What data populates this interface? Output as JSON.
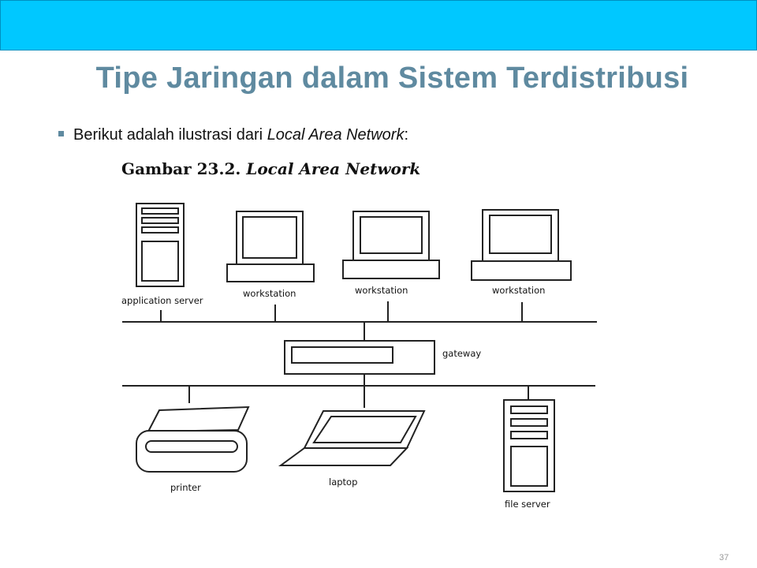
{
  "slide": {
    "title": "Tipe Jaringan dalam Sistem Terdistribusi",
    "bullet_prefix": "Berikut adalah ilustrasi dari ",
    "bullet_emphasis": "Local Area Network",
    "bullet_suffix": ":",
    "page_number": "37"
  },
  "figure": {
    "title_prefix": "Gambar 23.2. ",
    "title_emphasis": "Local Area Network",
    "nodes": {
      "application_server": "application server",
      "workstation_1": "workstation",
      "workstation_2": "workstation",
      "workstation_3": "workstation",
      "gateway": "gateway",
      "printer": "printer",
      "laptop": "laptop",
      "file_server": "file server"
    }
  },
  "colors": {
    "top_bar": "#00c8ff",
    "title": "#5f8aa0",
    "bullet_marker": "#5f8aa0"
  }
}
